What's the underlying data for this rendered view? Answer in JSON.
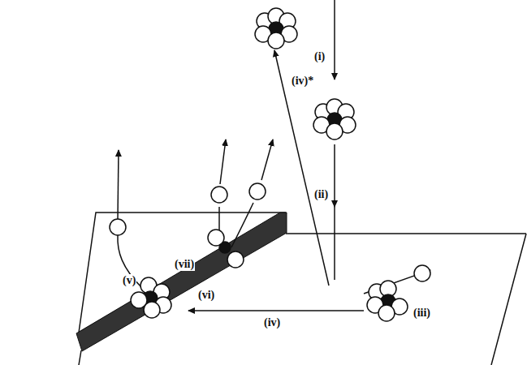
{
  "diagram": {
    "labels": [
      "(i)",
      "(ii)",
      "(iv)*",
      "(vii)",
      "(v)",
      "(vi)",
      "(iii)",
      "(iv)"
    ]
  }
}
